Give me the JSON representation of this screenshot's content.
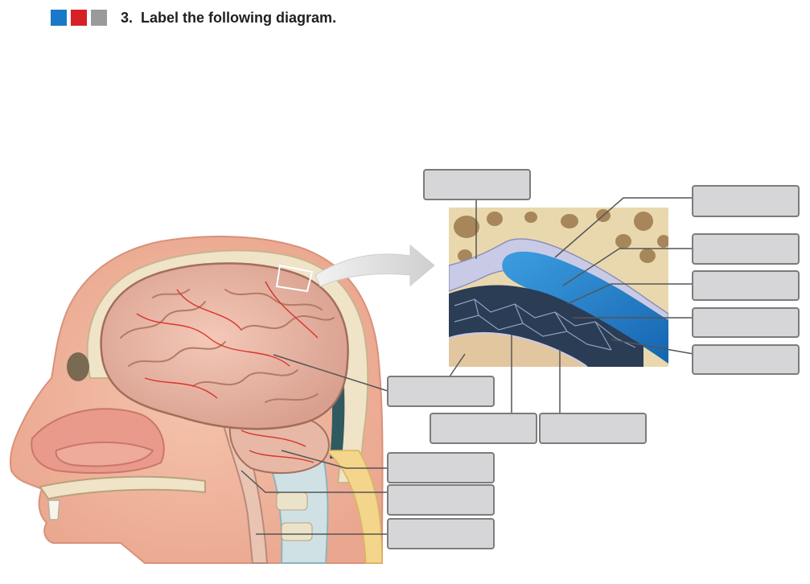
{
  "question": {
    "number": "3",
    "dot": ".",
    "prompt": "Label the following diagram."
  },
  "colors": {
    "square_1": "#1978c8",
    "square_2": "#d71f27",
    "square_3": "#9a9a9a",
    "label_box_fill": "#d6d6d9",
    "label_box_border": "#7c7c7c",
    "leader_line": "#555555"
  },
  "label_boxes": [
    {
      "id": "box-inset-top",
      "value": ""
    },
    {
      "id": "box-inset-right-1",
      "value": ""
    },
    {
      "id": "box-inset-right-2",
      "value": ""
    },
    {
      "id": "box-inset-right-3",
      "value": ""
    },
    {
      "id": "box-inset-right-4",
      "value": ""
    },
    {
      "id": "box-inset-right-5",
      "value": ""
    },
    {
      "id": "box-cerebrum",
      "value": ""
    },
    {
      "id": "box-inset-bottom-left",
      "value": ""
    },
    {
      "id": "box-inset-bottom-right",
      "value": ""
    },
    {
      "id": "box-cerebellum",
      "value": ""
    },
    {
      "id": "box-brainstem",
      "value": ""
    },
    {
      "id": "box-spinal",
      "value": ""
    }
  ]
}
